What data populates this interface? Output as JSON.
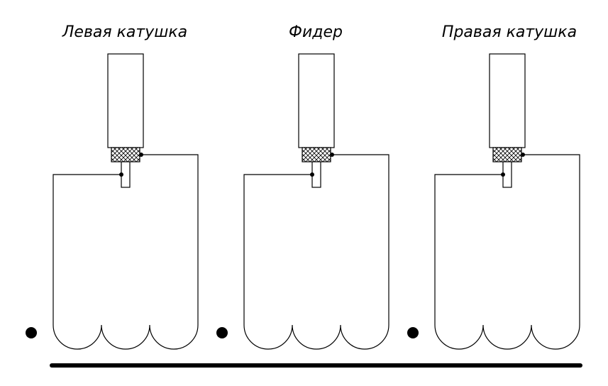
{
  "diagram": {
    "colors": {
      "ink": "#000000",
      "background": "#ffffff"
    },
    "units": [
      {
        "title": "Левая катушка"
      },
      {
        "title": "Фидер"
      },
      {
        "title": "Правая катушка"
      }
    ]
  }
}
